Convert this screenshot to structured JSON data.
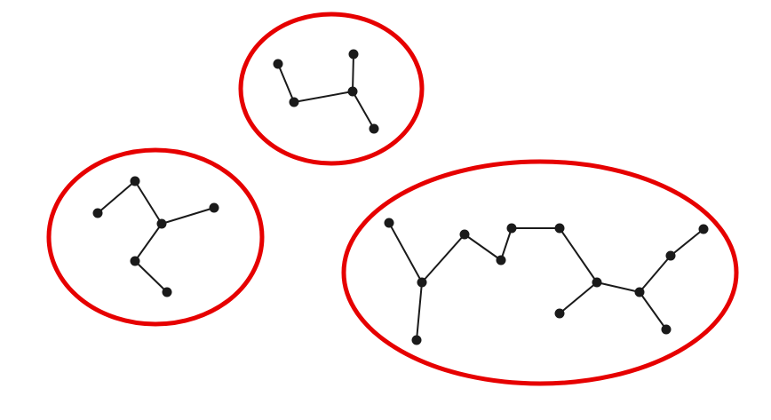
{
  "colors": {
    "background": "#ffffff",
    "cluster_outline": "#e60000",
    "node": "#1a1a1a",
    "edge": "#1a1a1a"
  },
  "chart_data": {
    "type": "graph-clusters",
    "clusters": [
      {
        "id": "top",
        "node_count": 5,
        "edge_count": 4
      },
      {
        "id": "left",
        "node_count": 6,
        "edge_count": 5
      },
      {
        "id": "right",
        "node_count": 13,
        "edge_count": 12
      }
    ]
  }
}
